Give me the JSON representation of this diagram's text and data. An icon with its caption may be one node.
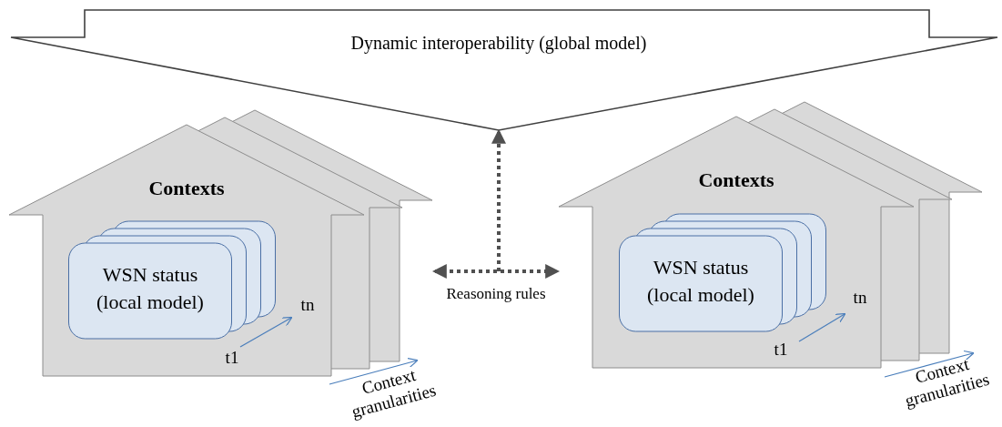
{
  "diagram": {
    "nodes": [
      {
        "text": [
          "Dynamic interoperability (global model)"
        ]
      },
      {
        "text": [
          "Contexts"
        ]
      },
      {
        "text": [
          "WSN status (local model)"
        ],
        "in": 1
      },
      {
        "text": [
          "Contexts"
        ]
      },
      {
        "text": [
          "WSN status (local model)"
        ],
        "in": 3
      }
    ],
    "edges": [
      {
        "from": 1,
        "to": 3,
        "arrow": "both",
        "style": "dashed",
        "label": "Reasoning rules"
      },
      {
        "from": null,
        "to": 0,
        "arrow": "to",
        "style": "dashed"
      }
    ],
    "labels": [
      "tn",
      "t1",
      "Context granularities",
      "tn",
      "t1",
      "Context granularities"
    ]
  }
}
